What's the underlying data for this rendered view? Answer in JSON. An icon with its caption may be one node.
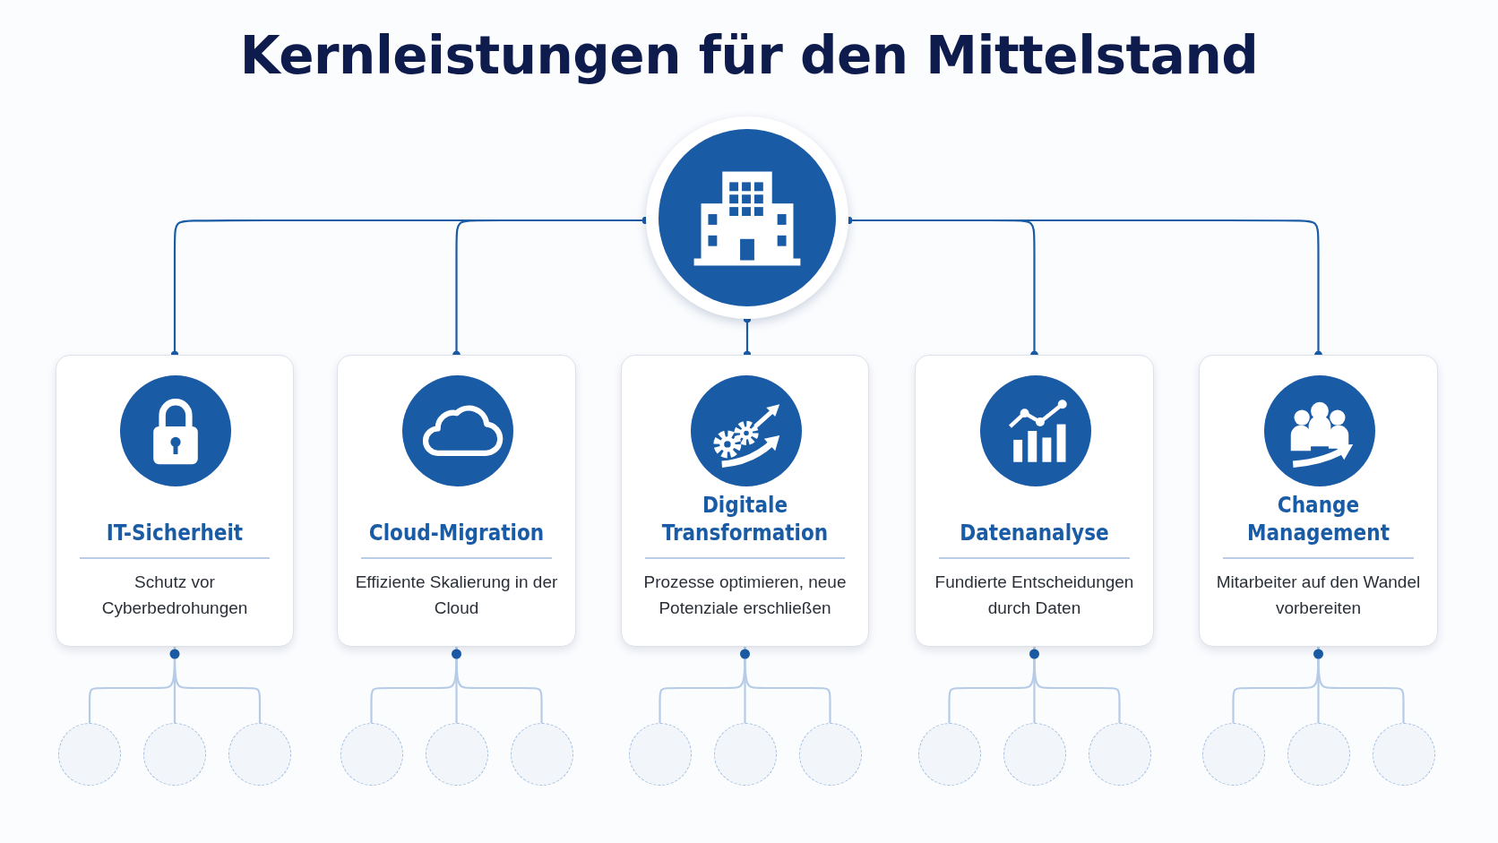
{
  "diagram": {
    "title": "Kernleistungen für den Mittelstand",
    "nodes": [
      {
        "text": [],
        "shape": "circle"
      },
      {
        "text": [
          "IT-Sicherheit",
          "Schutz vor Cyberbedrohungen"
        ]
      },
      {
        "text": [
          "Cloud-Migration",
          "Effiziente Skalierung in der Cloud"
        ]
      },
      {
        "text": [
          "Digitale Transformation",
          "Prozesse optimieren, neue Potenziale erschließen"
        ]
      },
      {
        "text": [
          "Datenanalyse",
          "Fundierte Entscheidungen durch Daten"
        ]
      },
      {
        "text": [
          "Change Management",
          "Mitarbeiter auf den Wandel vorbereiten"
        ]
      },
      {
        "text": [],
        "shape": "circle"
      },
      {
        "text": [],
        "shape": "circle"
      },
      {
        "text": [],
        "shape": "circle"
      },
      {
        "text": [],
        "shape": "circle"
      },
      {
        "text": [],
        "shape": "circle"
      },
      {
        "text": [],
        "shape": "circle"
      },
      {
        "text": [],
        "shape": "circle"
      },
      {
        "text": [],
        "shape": "circle"
      },
      {
        "text": [],
        "shape": "circle"
      },
      {
        "text": [],
        "shape": "circle"
      },
      {
        "text": [],
        "shape": "circle"
      },
      {
        "text": [],
        "shape": "circle"
      },
      {
        "text": [],
        "shape": "circle"
      },
      {
        "text": [],
        "shape": "circle"
      },
      {
        "text": [],
        "shape": "circle"
      }
    ],
    "edges": [
      {
        "from": 0,
        "to": 1,
        "arrow": "other",
        "color": "#1a5ba6"
      },
      {
        "from": 0,
        "to": 2,
        "arrow": "other",
        "color": "#1a5ba6"
      },
      {
        "from": 0,
        "to": 3,
        "arrow": "other",
        "color": "#1a5ba6"
      },
      {
        "from": 0,
        "to": 4,
        "arrow": "other",
        "color": "#1a5ba6"
      },
      {
        "from": 0,
        "to": 5,
        "arrow": "other",
        "color": "#1a5ba6"
      },
      {
        "from": 1,
        "to": 6,
        "arrow": "none"
      },
      {
        "from": 1,
        "to": 7,
        "arrow": "none"
      },
      {
        "from": 1,
        "to": 8,
        "arrow": "none"
      },
      {
        "from": 2,
        "to": 9,
        "arrow": "none"
      },
      {
        "from": 2,
        "to": 10,
        "arrow": "none"
      },
      {
        "from": 2,
        "to": 11,
        "arrow": "none"
      },
      {
        "from": 3,
        "to": 12,
        "arrow": "none"
      },
      {
        "from": 3,
        "to": 13,
        "arrow": "none"
      },
      {
        "from": 3,
        "to": 14,
        "arrow": "none"
      },
      {
        "from": 4,
        "to": 15,
        "arrow": "none"
      },
      {
        "from": 4,
        "to": 16,
        "arrow": "none"
      },
      {
        "from": 4,
        "to": 17,
        "arrow": "none"
      },
      {
        "from": 5,
        "to": 18,
        "arrow": "none"
      },
      {
        "from": 5,
        "to": 19,
        "arrow": "none"
      },
      {
        "from": 5,
        "to": 20,
        "arrow": "none"
      }
    ]
  }
}
